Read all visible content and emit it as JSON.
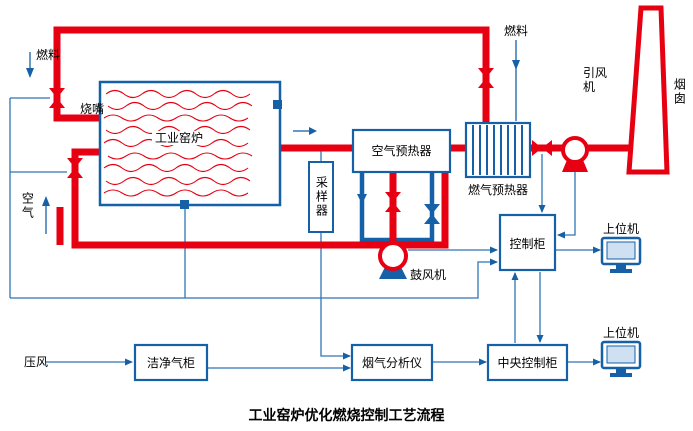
{
  "title": "工业窑炉优化燃烧控制工艺流程",
  "colors": {
    "pipe_red": "#e60012",
    "pipe_blue": "#1660a8",
    "signal_blue": "#2e75b6"
  },
  "labels": {
    "fuel_left": "燃料",
    "burner": "烧嘴",
    "furnace": "工业窑炉",
    "air": "空气",
    "sampler": "采样器",
    "air_preheater": "空气预热器",
    "gas_preheater": "燃气预热器",
    "fuel_right": "燃料",
    "fan": "引风机",
    "chimney": "烟囱",
    "control_cabinet": "控制柜",
    "host_computer_top": "上位机",
    "host_computer_bottom": "上位机",
    "blower": "鼓风机",
    "compressed_air": "压风",
    "clean_gas_cabinet": "洁净气柜",
    "flue_gas_analyzer": "烟气分析仪",
    "central_control_cabinet": "中央控制柜"
  }
}
